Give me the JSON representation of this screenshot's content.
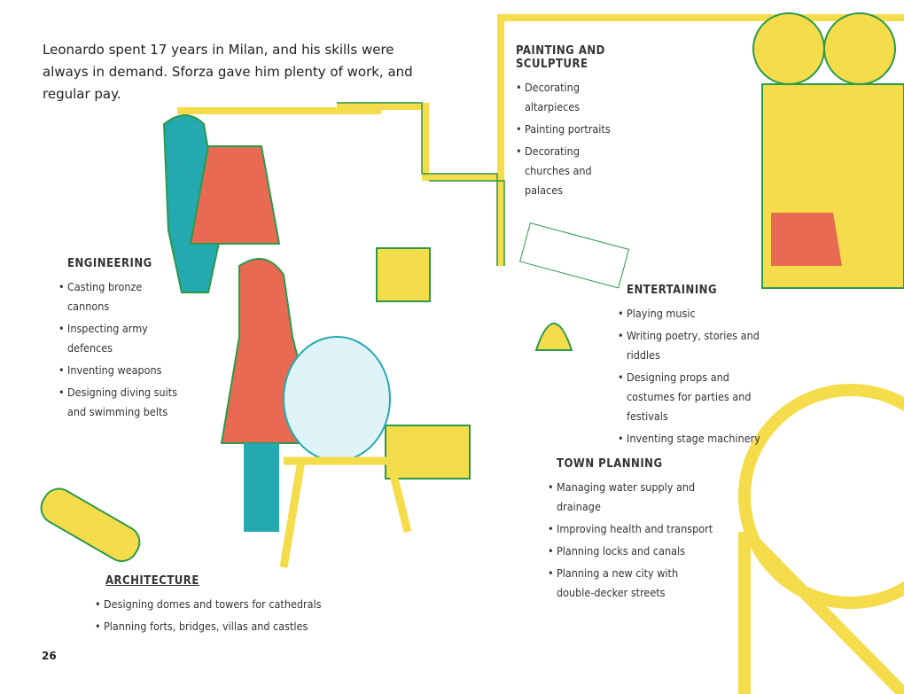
{
  "intro": "Leonardo spent 17 years in Milan, and his skills were always in demand. Sforza gave him plenty of work, and regular pay.",
  "sections": {
    "painting": {
      "title": "PAINTING AND SCULPTURE",
      "items": [
        "Decorating altarpieces",
        "Painting portraits",
        "Decorating churches and palaces"
      ]
    },
    "engineering": {
      "title": "ENGINEERING",
      "items": [
        "Casting bronze cannons",
        "Inspecting army defences",
        "Inventing weapons",
        "Designing diving suits and swimming belts"
      ]
    },
    "entertaining": {
      "title": "ENTERTAINING",
      "items": [
        "Playing music",
        "Writing poetry, stories and riddles",
        "Designing props and costumes for parties and festivals",
        "Inventing stage machinery"
      ]
    },
    "town_planning": {
      "title": "TOWN PLANNING",
      "items": [
        "Managing water supply and drainage",
        "Improving health and transport",
        "Planning locks and canals",
        "Planning a new city with double-decker streets"
      ]
    },
    "architecture": {
      "title": "ARCHITECTURE",
      "items": [
        "Designing domes and towers for cathedrals",
        "Planning forts, bridges, villas and castles"
      ]
    }
  },
  "page_number": "26",
  "colors": {
    "yellow": "#f5dc4a",
    "green": "#2a9a4a",
    "teal": "#25a9b0",
    "red": "#e86a52"
  }
}
